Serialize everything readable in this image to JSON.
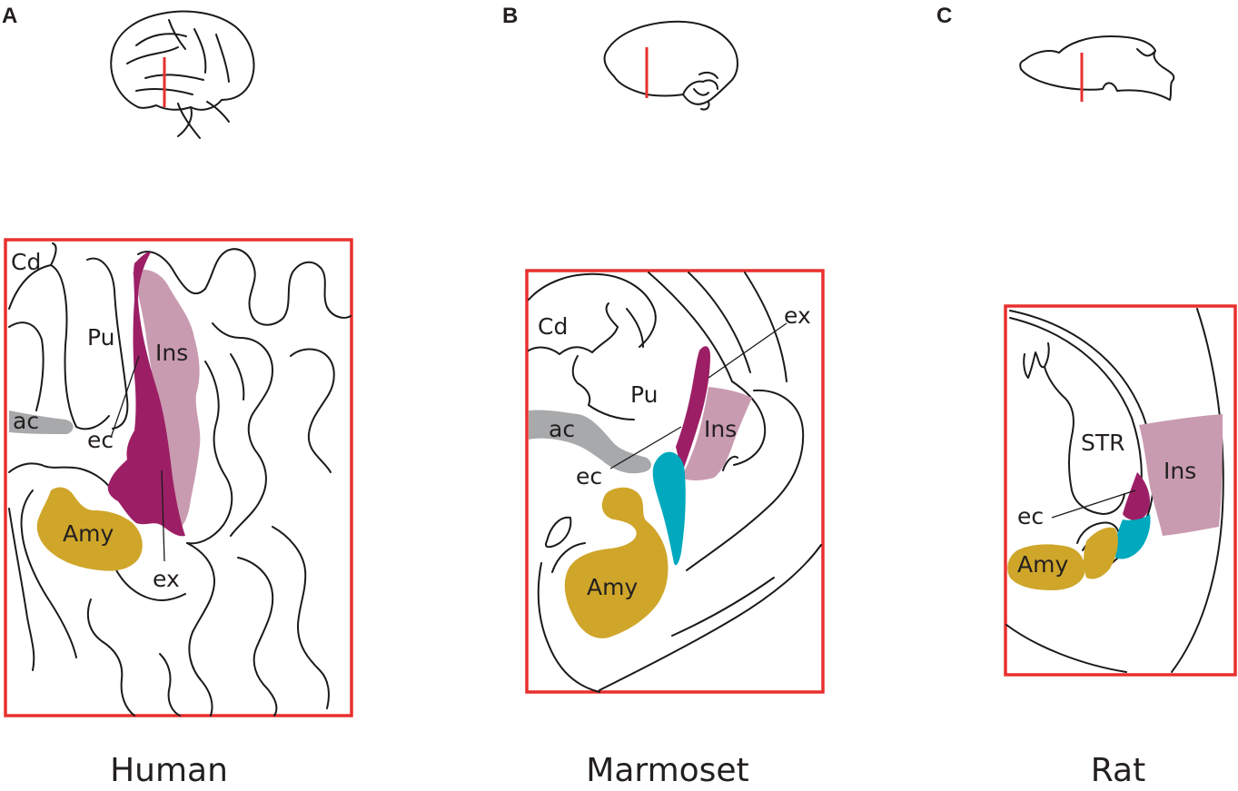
{
  "colors": {
    "frame": "#e8302e",
    "claustrum": "#9c1f66",
    "insula": "#c99bb0",
    "amygdala": "#cfa62a",
    "endopiriform": "#00a9bd",
    "anterior_commissure": "#a8a9ab",
    "outline": "#1a1a1a"
  },
  "panels": [
    {
      "letter": "A",
      "species": "Human",
      "labels": {
        "cd": "Cd",
        "pu": "Pu",
        "ins": "Ins",
        "ac": "ac",
        "ec": "ec",
        "amy": "Amy",
        "ex": "ex"
      }
    },
    {
      "letter": "B",
      "species": "Marmoset",
      "labels": {
        "cd": "Cd",
        "pu": "Pu",
        "ex": "ex",
        "ins": "Ins",
        "ac": "ac",
        "ec": "ec",
        "amy": "Amy"
      }
    },
    {
      "letter": "C",
      "species": "Rat",
      "labels": {
        "str": "STR",
        "ins": "Ins",
        "ec": "ec",
        "amy": "Amy"
      }
    }
  ]
}
